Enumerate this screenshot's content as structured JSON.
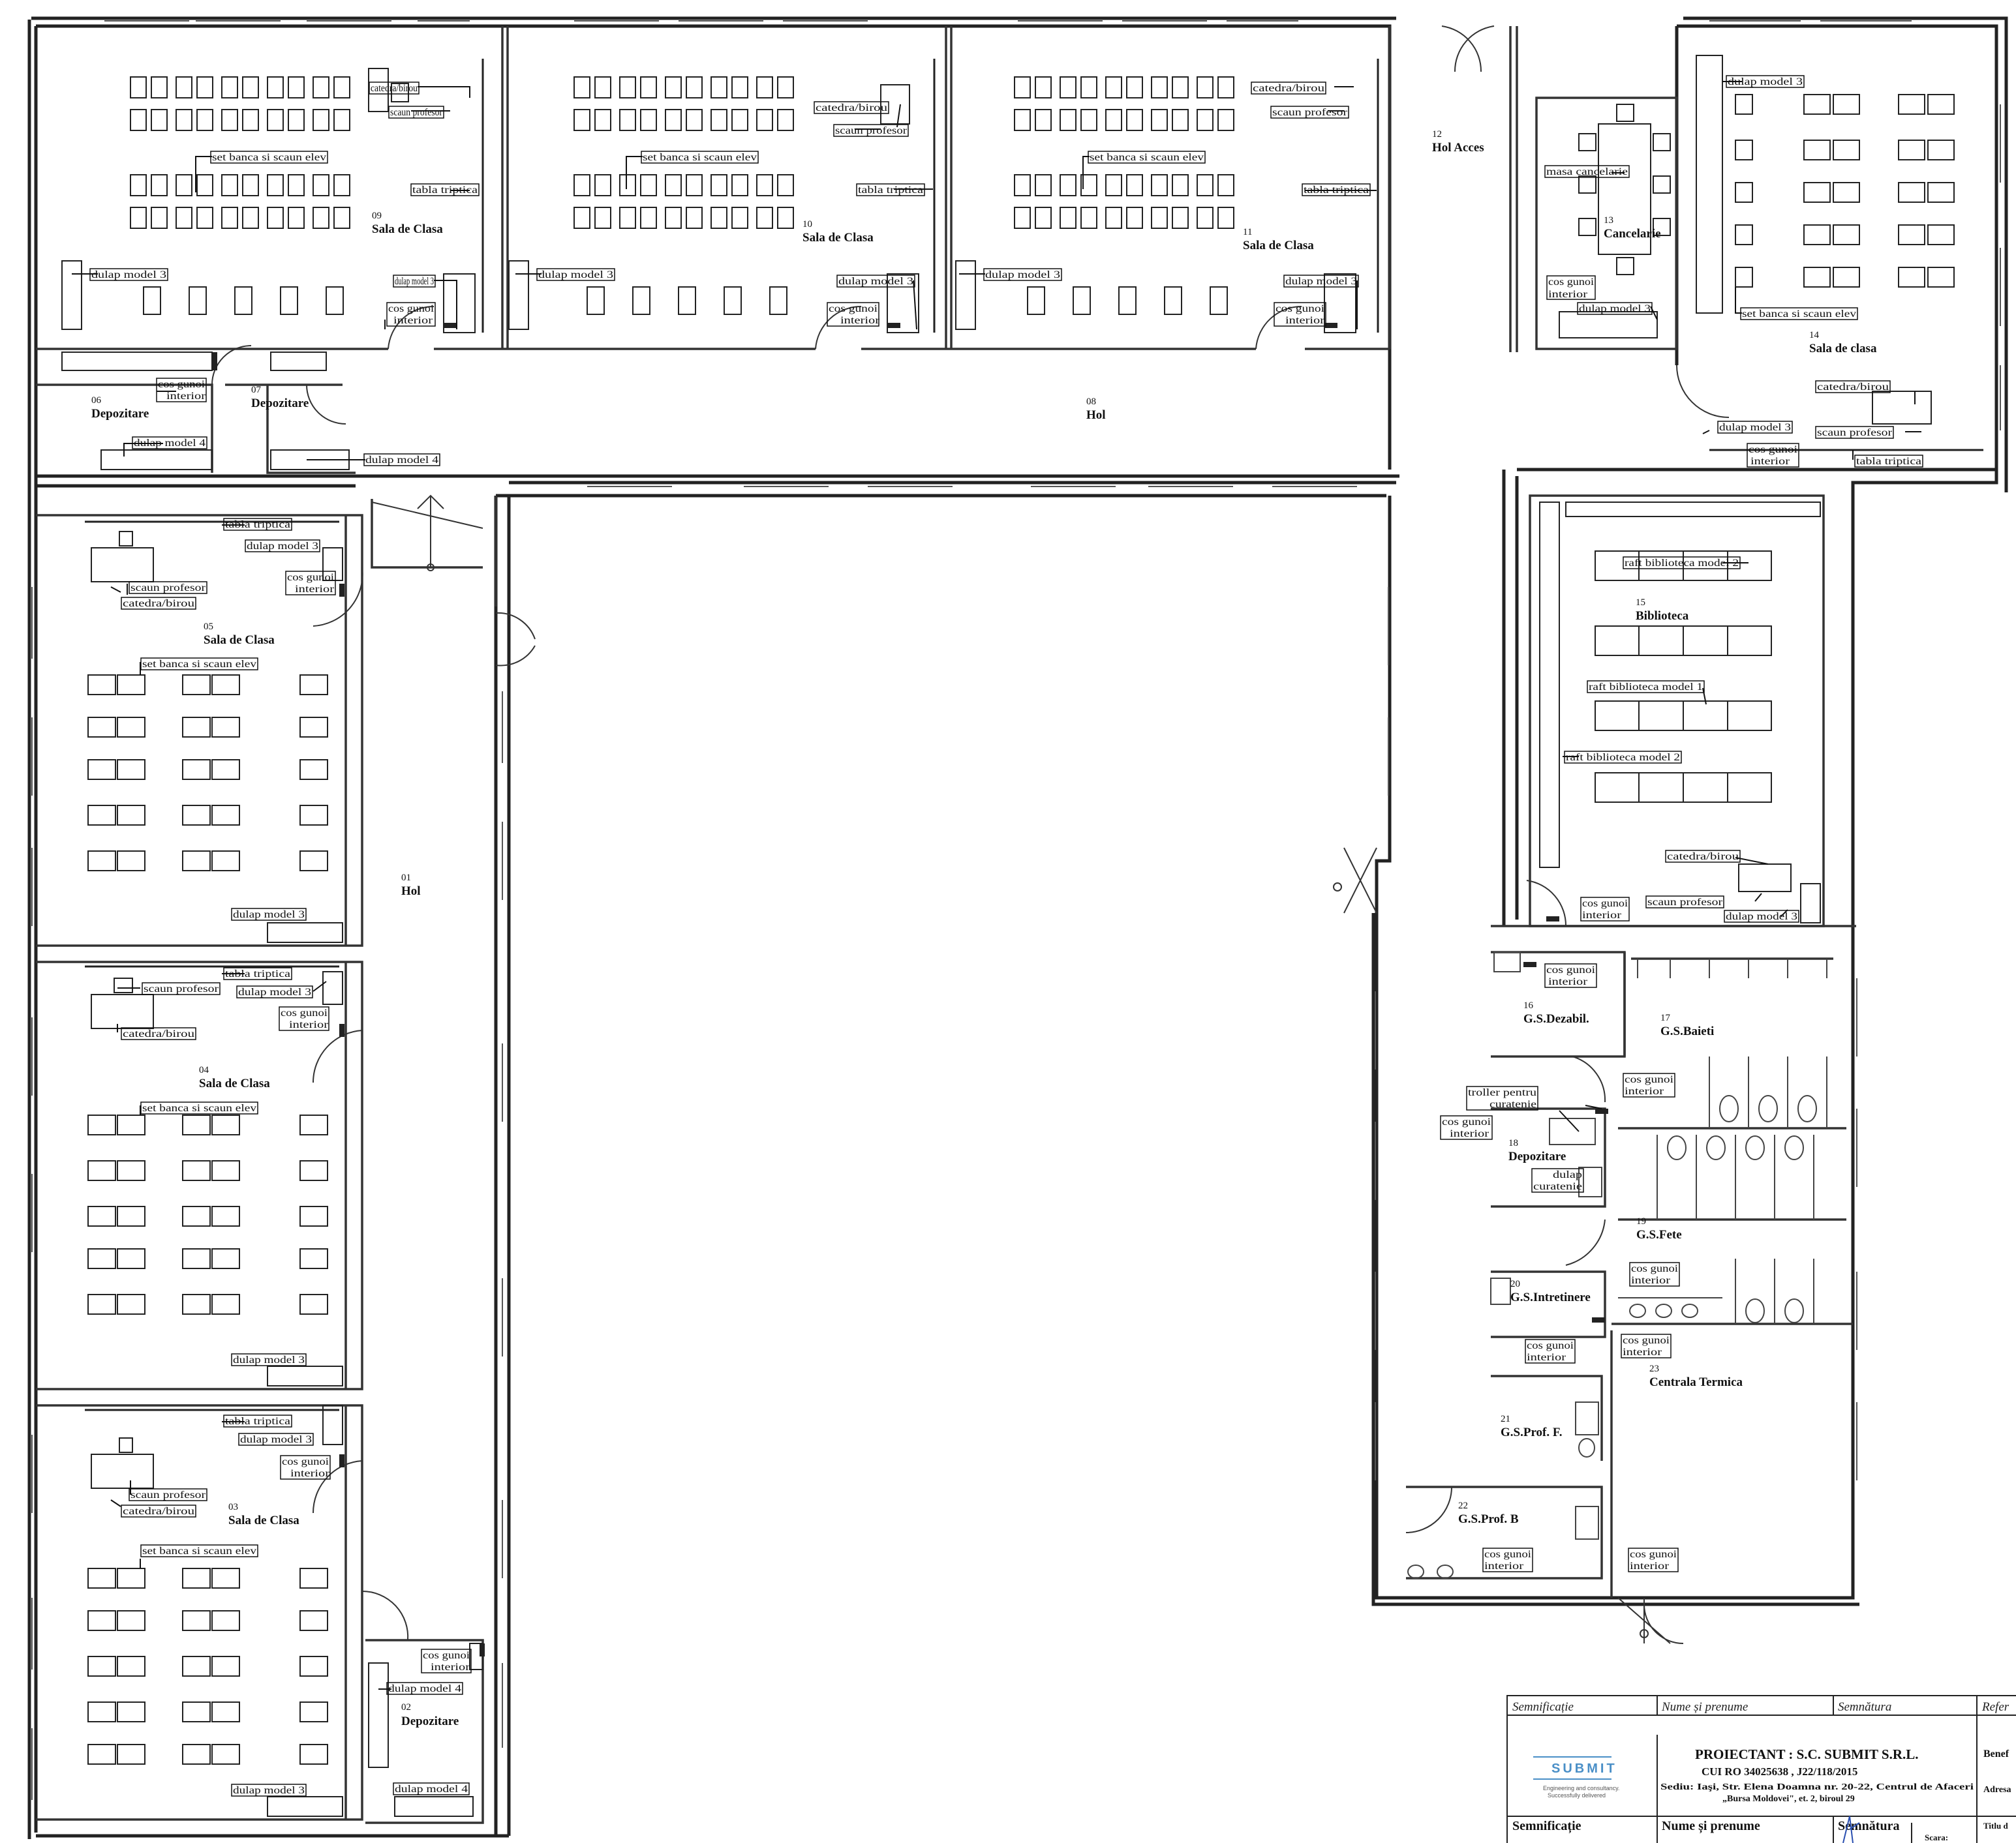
{
  "rooms": {
    "r01": {
      "number": "01",
      "name": "Hol"
    },
    "r02": {
      "number": "02",
      "name": "Depozitare"
    },
    "r03": {
      "number": "03",
      "name": "Sala de Clasa"
    },
    "r04": {
      "number": "04",
      "name": "Sala de Clasa"
    },
    "r05": {
      "number": "05",
      "name": "Sala de Clasa"
    },
    "r06": {
      "number": "06",
      "name": "Depozitare"
    },
    "r07": {
      "number": "07",
      "name": "Depozitare"
    },
    "r08": {
      "number": "08",
      "name": "Hol"
    },
    "r09": {
      "number": "09",
      "name": "Sala de Clasa"
    },
    "r10": {
      "number": "10",
      "name": "Sala de Clasa"
    },
    "r11": {
      "number": "11",
      "name": "Sala de Clasa"
    },
    "r12": {
      "number": "12",
      "name": "Hol Acces"
    },
    "r13": {
      "number": "13",
      "name": "Cancelarie"
    },
    "r14": {
      "number": "14",
      "name": "Sala de clasa"
    },
    "r15": {
      "number": "15",
      "name": "Biblioteca"
    },
    "r16": {
      "number": "16",
      "name": "G.S.Dezabil."
    },
    "r17": {
      "number": "17",
      "name": "G.S.Baieti"
    },
    "r18": {
      "number": "18",
      "name": "Depozitare"
    },
    "r19": {
      "number": "19",
      "name": "G.S.Fete"
    },
    "r20": {
      "number": "20",
      "name": "G.S.Intretinere"
    },
    "r21": {
      "number": "21",
      "name": "G.S.Prof. F."
    },
    "r22": {
      "number": "22",
      "name": "G.S.Prof. B"
    },
    "r23": {
      "number": "23",
      "name": "Centrala Termica"
    }
  },
  "labels": {
    "catedra": "catedra/birou",
    "scaun": "scaun profesor",
    "set": "set banca si scaun elev",
    "tabla": "tabla triptica",
    "dulap3": "dulap model 3",
    "dulap4": "dulap model 4",
    "cos1": "cos gunoi",
    "cos2": "interior",
    "masa": "masa cancelarie",
    "raft1": "raft biblioteca model 1",
    "raft2": "raft biblioteca model 2",
    "troller1": "troller pentru",
    "troller2": "curatenie",
    "dulapc1": "dulap",
    "dulapc2": "curatenie"
  },
  "title_block": {
    "h_semnificatie": "Semnificație",
    "h_nume": "Nume și prenume",
    "h_semnatura": "Semnătura",
    "h_refer": "Refer",
    "logo": "SUBMIT",
    "logo_sub1": "Engineering and consultancy.",
    "logo_sub2": "Successfully delivered",
    "proiectant": "PROIECTANT :  S.C. SUBMIT S.R.L.",
    "cui": "CUI RO 34025638 , J22/118/2015",
    "sediu1": "Sediu: Iaşi, Str. Elena Doamna nr. 20-22, Centrul de Afaceri",
    "sediu2": "„Bursa Moldovei\", et. 2, biroul 29",
    "benef": "Benef",
    "adresa": "Adresa",
    "b_semnificatie": "Semnificație",
    "b_nume": "Nume și prenume",
    "b_semnatura": "Semnătura",
    "titlu": "Titlu d",
    "scara": "Scara:"
  }
}
